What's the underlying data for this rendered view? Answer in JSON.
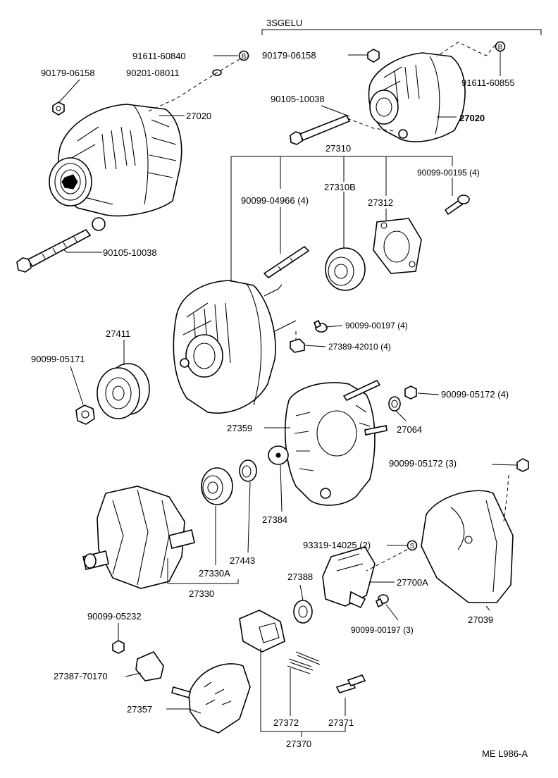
{
  "header": {
    "variant": "3SGELU"
  },
  "footer": {
    "code": "ME L986-A"
  },
  "refs": {
    "b": "B",
    "s": "S"
  },
  "labels": {
    "p91611_60840": "91611-60840",
    "p90179_06158_l": "90179-06158",
    "p90201_08011": "90201-08011",
    "p27020_l": "27020",
    "p90105_10038_l": "90105-10038",
    "p90179_06158_r": "90179-06158",
    "p91611_60855": "91611-60855",
    "p90105_10038_r": "90105-10038",
    "p27020_r": "27020",
    "p27310": "27310",
    "p27310B": "27310B",
    "p90099_04966": "90099-04966 (4)",
    "p27312": "27312",
    "p90099_00195": "90099-00195 (4)",
    "p90099_00197_4": "90099-00197 (4)",
    "p27389_42010": "27389-42010 (4)",
    "p27411": "27411",
    "p90099_05171": "90099-05171",
    "p90099_05172_4": "90099-05172 (4)",
    "p27359": "27359",
    "p27064": "27064",
    "p90099_05172_3": "90099-05172 (3)",
    "p27384": "27384",
    "p27443": "27443",
    "p27330A": "27330A",
    "p27330": "27330",
    "p93319_14025": "93319-14025 (2)",
    "p27388": "27388",
    "p27700A": "27700A",
    "p90099_00197_3": "90099-00197 (3)",
    "p27039": "27039",
    "p90099_05232": "90099-05232",
    "p27387_70170": "27387-70170",
    "p27357": "27357",
    "p27372": "27372",
    "p27371": "27371",
    "p27370": "27370"
  }
}
